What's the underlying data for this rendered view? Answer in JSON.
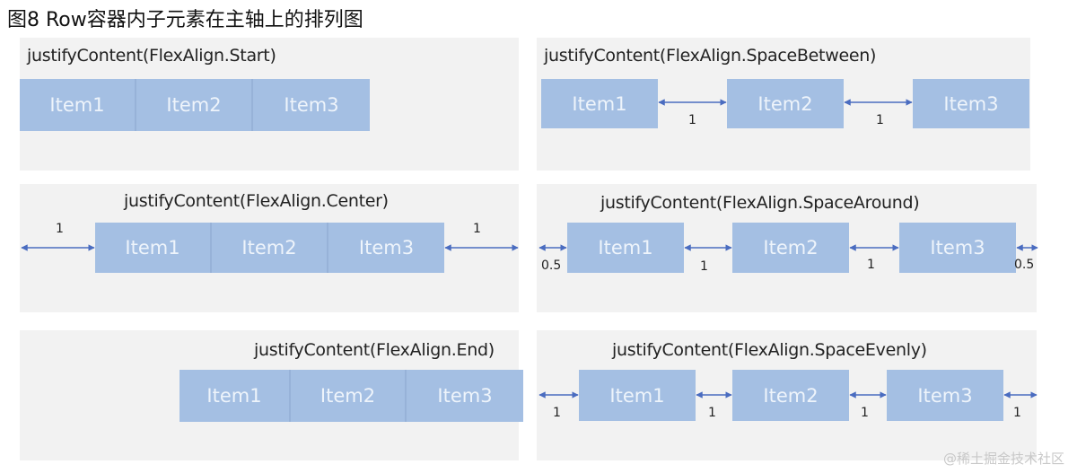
{
  "title": "图8 Row容器内子元素在主轴上的排列图",
  "arrow_color": "#4a6cc0",
  "item_color": "#a4bfe3",
  "panels": [
    {
      "label": "justifyContent(FlexAlign.Start)",
      "items": [
        "Item1",
        "Item2",
        "Item3"
      ],
      "gaps": []
    },
    {
      "label": "justifyContent(FlexAlign.SpaceBetween)",
      "items": [
        "Item1",
        "Item2",
        "Item3"
      ],
      "gaps": [
        "1",
        "1"
      ]
    },
    {
      "label": "justifyContent(FlexAlign.Center)",
      "items": [
        "Item1",
        "Item2",
        "Item3"
      ],
      "gaps": [
        "1",
        "1"
      ]
    },
    {
      "label": "justifyContent(FlexAlign.SpaceAround)",
      "items": [
        "Item1",
        "Item2",
        "Item3"
      ],
      "gaps": [
        "0.5",
        "1",
        "1",
        "0.5"
      ]
    },
    {
      "label": "justifyContent(FlexAlign.End)",
      "items": [
        "Item1",
        "Item2",
        "Item3"
      ],
      "gaps": []
    },
    {
      "label": "justifyContent(FlexAlign.SpaceEvenly)",
      "items": [
        "Item1",
        "Item2",
        "Item3"
      ],
      "gaps": [
        "1",
        "1",
        "1",
        "1"
      ]
    }
  ],
  "watermark": "@稀土掘金技术社区"
}
